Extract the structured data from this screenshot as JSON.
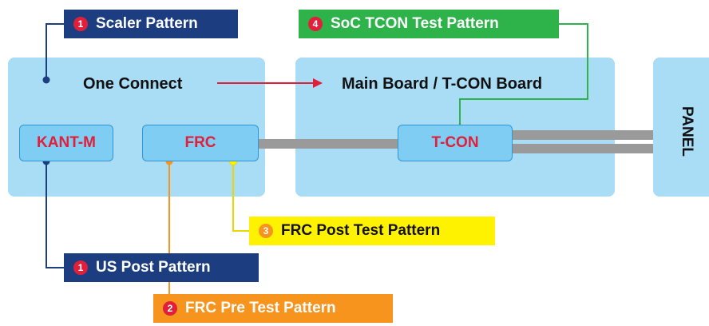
{
  "boxes": {
    "one_connect": "One Connect",
    "main_board": "Main Board / T-CON Board",
    "panel": "PANEL"
  },
  "chips": {
    "kant": "KANT-M",
    "frc": "FRC",
    "tcon": "T-CON"
  },
  "labels": {
    "scaler": {
      "num": "1",
      "text": "Scaler Pattern"
    },
    "soc": {
      "num": "4",
      "text": "SoC TCON Test Pattern"
    },
    "frc_post": {
      "num": "3",
      "text": "FRC Post Test Pattern"
    },
    "us_post": {
      "num": "1",
      "text": "US Post Pattern"
    },
    "frc_pre": {
      "num": "2",
      "text": "FRC Pre Test Pattern"
    }
  },
  "colors": {
    "navy": "#1c3d80",
    "green": "#2db34a",
    "yellow": "#fff200",
    "orange": "#f7941d",
    "red_text": "#e0203a",
    "light_blue": "#a9dcf5"
  }
}
